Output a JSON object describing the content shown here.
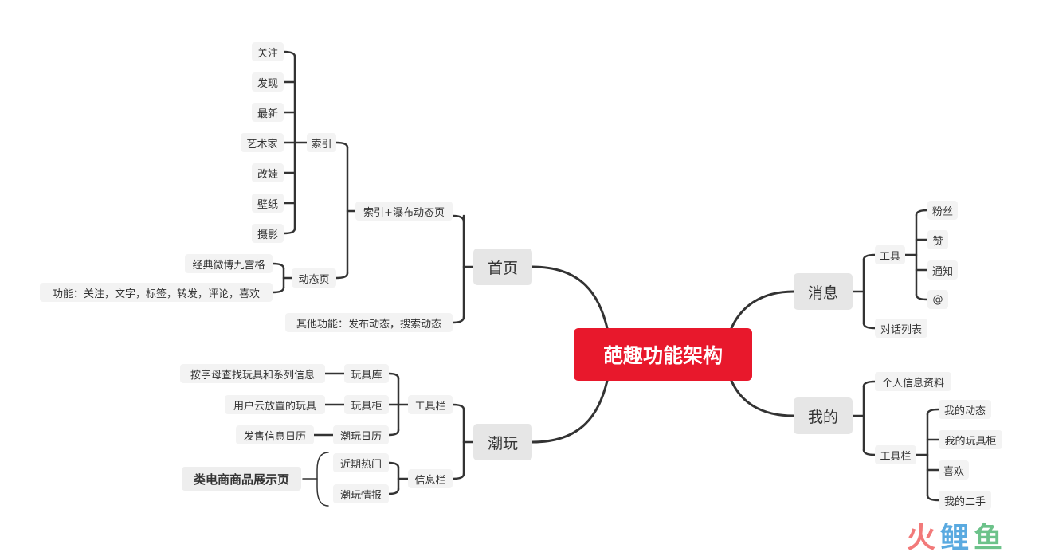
{
  "root": "葩趣功能架构",
  "home": {
    "label": "首页",
    "index_waterfall": {
      "label": "索引+瀑布动态页",
      "index": {
        "label": "索引",
        "items": [
          "关注",
          "发现",
          "最新",
          "艺术家",
          "改娃",
          "壁纸",
          "摄影"
        ]
      },
      "feed": {
        "label": "动态页",
        "items": [
          "经典微博九宫格",
          "功能：关注，文字，标签，转发，评论，喜欢"
        ]
      }
    },
    "other": "其他功能：发布动态，搜索动态"
  },
  "play": {
    "label": "潮玩",
    "toolbar": {
      "label": "工具栏",
      "items": [
        {
          "label": "玩具库",
          "note": "按字母查找玩具和系列信息"
        },
        {
          "label": "玩具柜",
          "note": "用户云放置的玩具"
        },
        {
          "label": "潮玩日历",
          "note": "发售信息日历"
        }
      ]
    },
    "infobar": {
      "label": "信息栏",
      "items": [
        "近期热门",
        "潮玩情报"
      ],
      "group_note": "类电商商品展示页"
    }
  },
  "message": {
    "label": "消息",
    "tools": {
      "label": "工具",
      "items": [
        "粉丝",
        "赞",
        "通知",
        "@"
      ]
    },
    "chat": "对话列表"
  },
  "mine": {
    "label": "我的",
    "profile": "个人信息资料",
    "toolbar": {
      "label": "工具栏",
      "items": [
        "我的动态",
        "我的玩具柜",
        "喜欢",
        "我的二手"
      ]
    }
  },
  "watermark": [
    "火",
    "鲤",
    "鱼"
  ],
  "colors": {
    "root": "#e8182c",
    "line": "#333333"
  }
}
